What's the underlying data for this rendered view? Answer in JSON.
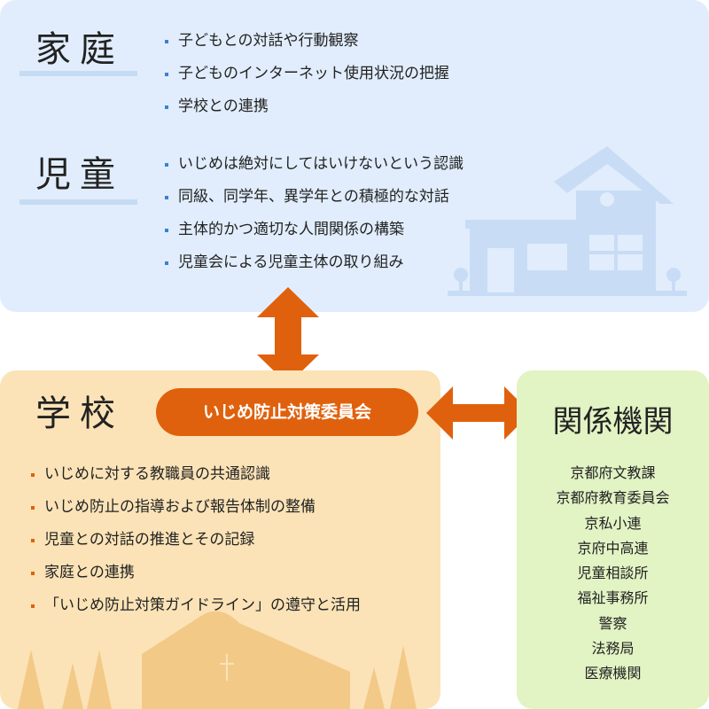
{
  "home": {
    "title": "家庭",
    "items": [
      "子どもとの対話や行動観察",
      "子どものインターネット使用状況の把握",
      "学校との連携"
    ]
  },
  "students": {
    "title": "児童",
    "items": [
      "いじめは絶対にしてはいけないという認識",
      "同級、同学年、異学年との積極的な対話",
      "主体的かつ適切な人間関係の構築",
      "児童会による児童主体の取り組み"
    ]
  },
  "school": {
    "title": "学校",
    "committee": "いじめ防止対策委員会",
    "items": [
      "いじめに対する教職員の共通認識",
      "いじめ防止の指導および報告体制の整備",
      "児童との対話の推進とその記録",
      "家庭との連携",
      "「いじめ防止対策ガイドライン」の遵守と活用"
    ]
  },
  "agencies": {
    "title": "関係機関",
    "items": [
      "京都府文教課",
      "京都府教育委員会",
      "京私小連",
      "京府中高連",
      "児童相談所",
      "福祉事務所",
      "警察",
      "法務局",
      "医療機関"
    ]
  },
  "colors": {
    "home_bg": "#e1edfc",
    "school_bg": "#fbe3b7",
    "agency_bg": "#e2f3c4",
    "accent": "#e0610d"
  }
}
